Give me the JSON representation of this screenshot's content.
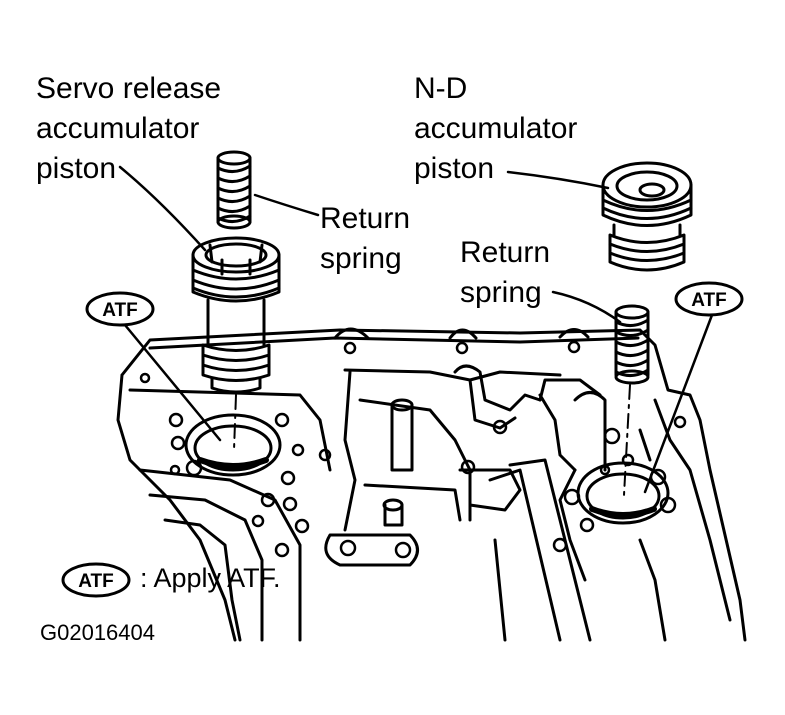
{
  "labels": {
    "servo_release": [
      "Servo release",
      "accumulator",
      "piston"
    ],
    "nd": [
      "N-D",
      "accumulator",
      "piston"
    ],
    "return_spring_left": [
      "Return",
      "spring"
    ],
    "return_spring_right": [
      "Return",
      "spring"
    ],
    "atf_badge": "ATF"
  },
  "legend": {
    "badge": "ATF",
    "text": ": Apply ATF."
  },
  "figure_code": "G02016404"
}
